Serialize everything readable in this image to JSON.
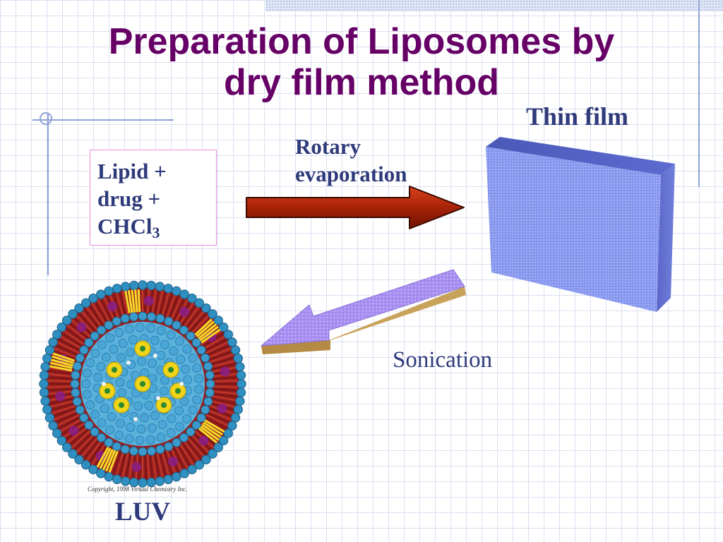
{
  "slide": {
    "title_line_1": "Preparation of Liposomes by",
    "title_line_2": "dry film method"
  },
  "ingredients": {
    "line_1": "Lipid +",
    "line_2": "drug +",
    "line_3_base": "CHCl",
    "line_3_subscript": "3"
  },
  "steps": {
    "rotary_line_1": "Rotary",
    "rotary_line_2": "evaporation",
    "sonication": "Sonication"
  },
  "labels": {
    "thin_film": "Thin film",
    "luv": "LUV",
    "copyright": "Copyright, 1998 Virtual Chemistry Inc."
  },
  "colors": {
    "title": "#660066",
    "body_text": "#2e3a7a",
    "rotary_arrow": "#b02a0a",
    "thin_film_block": "#8c9cf0",
    "sonication_arrow": "#a98ef0",
    "box_border": "#e38de0"
  },
  "icons": {
    "rotary_arrow": "right-arrow-icon",
    "sonication_arrow": "down-left-arrow-icon",
    "film": "film-block-icon",
    "liposome": "liposome-icon"
  }
}
